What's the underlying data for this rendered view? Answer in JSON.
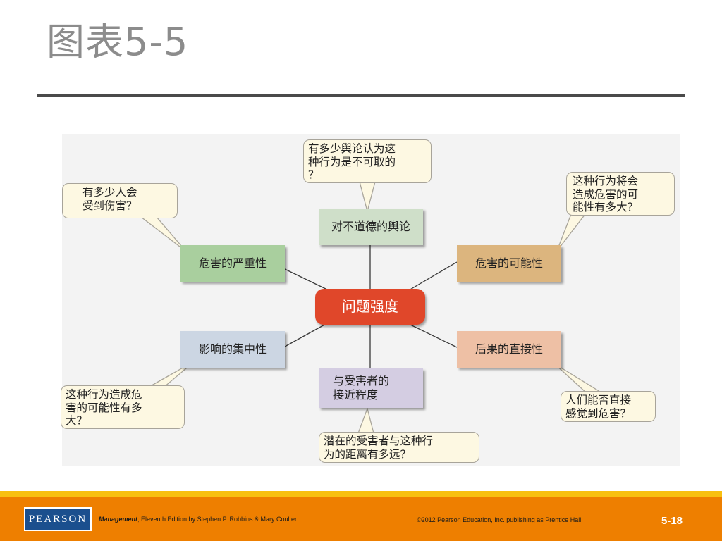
{
  "slide": {
    "title": "图表5-5"
  },
  "diagram": {
    "center": "问题强度",
    "nodes": {
      "severity": "危害的严重性",
      "consensus": "对不道德的舆论",
      "probability": "危害的可能性",
      "concentration": "影响的集中性",
      "proximity": "与受害者的\n接近程度",
      "immediacy": "后果的直接性"
    },
    "questions": {
      "severity": "有多少人会\n受到伤害？",
      "consensus": "有多少舆论认为这\n种行为是不可取的\n？",
      "probability": "这种行为将会\n造成危害的可\n能性有多大？",
      "concentration": "这种行为造成危\n害的可能性有多\n大？",
      "proximity": "潜在的受害者与这种行\n为的距离有多远？",
      "immediacy": "人们能否直接\n感觉到危害？"
    },
    "colors": {
      "center": "#e0472a",
      "severity": "#a9cf9e",
      "consensus": "#cfdfc9",
      "probability": "#dcb57e",
      "concentration": "#ccd6e3",
      "proximity": "#d4cde2",
      "immediacy": "#eec0a5",
      "callout_fill": "#fdf8e2"
    }
  },
  "footer": {
    "logo": "PEARSON",
    "book_title": "Management",
    "book_rest": ", Eleventh Edition by Stephen P. Robbins & Mary Coulter",
    "copyright": "©2012 Pearson Education, Inc. publishing as Prentice Hall",
    "page": "5-18",
    "band_color": "#ee7f00",
    "stripe_color": "#f8c010",
    "logo_color": "#1b4f8e"
  }
}
